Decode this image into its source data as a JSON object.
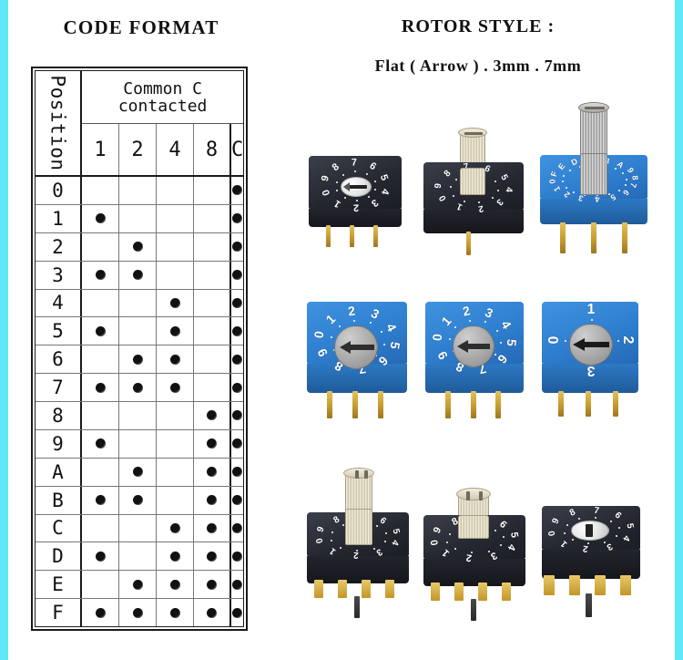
{
  "page": {
    "background": "#ffffff",
    "edge_color": "#5fe8f7"
  },
  "left": {
    "title": "CODE FORMAT",
    "table": {
      "position_header": "Position",
      "common_header_line1": "Common C",
      "common_header_line2": "contacted",
      "bit_headers": [
        "1",
        "2",
        "4",
        "8",
        "C"
      ],
      "rows": [
        {
          "position": "0",
          "bits": [
            false,
            false,
            false,
            false,
            true
          ]
        },
        {
          "position": "1",
          "bits": [
            true,
            false,
            false,
            false,
            true
          ]
        },
        {
          "position": "2",
          "bits": [
            false,
            true,
            false,
            false,
            true
          ]
        },
        {
          "position": "3",
          "bits": [
            true,
            true,
            false,
            false,
            true
          ]
        },
        {
          "position": "4",
          "bits": [
            false,
            false,
            true,
            false,
            true
          ]
        },
        {
          "position": "5",
          "bits": [
            true,
            false,
            true,
            false,
            true
          ]
        },
        {
          "position": "6",
          "bits": [
            false,
            true,
            true,
            false,
            true
          ]
        },
        {
          "position": "7",
          "bits": [
            true,
            true,
            true,
            false,
            true
          ]
        },
        {
          "position": "8",
          "bits": [
            false,
            false,
            false,
            true,
            true
          ]
        },
        {
          "position": "9",
          "bits": [
            true,
            false,
            false,
            true,
            true
          ]
        },
        {
          "position": "A",
          "bits": [
            false,
            true,
            false,
            true,
            true
          ]
        },
        {
          "position": "B",
          "bits": [
            true,
            true,
            false,
            true,
            true
          ]
        },
        {
          "position": "C",
          "bits": [
            false,
            false,
            true,
            true,
            true
          ]
        },
        {
          "position": "D",
          "bits": [
            true,
            false,
            true,
            true,
            true
          ]
        },
        {
          "position": "E",
          "bits": [
            false,
            true,
            true,
            true,
            true
          ]
        },
        {
          "position": "F",
          "bits": [
            true,
            true,
            true,
            true,
            true
          ]
        }
      ]
    }
  },
  "right": {
    "title": "ROTOR STYLE :",
    "subtitle": "Flat ( Arrow ) . 3mm . 7mm",
    "switches": [
      {
        "id": "switch-black-flat-10pos",
        "body_color": "#24272f",
        "rotor": "flat-slot",
        "rotor_color": "#e4e4e4",
        "dial_digits": [
          "0",
          "1",
          "2",
          "3",
          "4",
          "5",
          "6",
          "7",
          "8",
          "9"
        ],
        "terminal_style": "through-hole"
      },
      {
        "id": "switch-black-cream-shaft-10pos",
        "body_color": "#24272f",
        "rotor": "knurled-shaft",
        "rotor_color": "#e0d9c0",
        "dial_digits": [
          "0",
          "1",
          "2",
          "3",
          "4",
          "5",
          "6",
          "7",
          "8",
          "9"
        ],
        "terminal_style": "through-hole"
      },
      {
        "id": "switch-blue-grey-shaft-hex",
        "body_color": "#2f7fd0",
        "rotor": "tall-knurled-shaft",
        "rotor_color": "#a8a8a8",
        "dial_digits": [
          "0",
          "1",
          "2",
          "3",
          "4",
          "5",
          "6",
          "7",
          "8",
          "9",
          "A",
          "B",
          "C",
          "D",
          "E",
          "F"
        ],
        "terminal_style": "through-hole"
      },
      {
        "id": "switch-blue-grey-knurl-10pos-a",
        "body_color": "#2f7fd0",
        "rotor": "knurled-arrow",
        "rotor_color": "#a8a8a8",
        "dial_digits": [
          "0",
          "1",
          "2",
          "3",
          "4",
          "5",
          "6",
          "7",
          "8",
          "9"
        ],
        "terminal_style": "through-hole"
      },
      {
        "id": "switch-blue-grey-knurl-10pos-b",
        "body_color": "#2f7fd0",
        "rotor": "knurled-arrow",
        "rotor_color": "#a8a8a8",
        "dial_digits": [
          "0",
          "1",
          "2",
          "3",
          "4",
          "5",
          "6",
          "7",
          "8",
          "9"
        ],
        "terminal_style": "through-hole"
      },
      {
        "id": "switch-blue-arrow-4pos",
        "body_color": "#2f7fd0",
        "rotor": "arrow",
        "rotor_color": "#a8a8a8",
        "dial_digits": [
          "0",
          "1",
          "2",
          "3"
        ],
        "terminal_style": "through-hole"
      },
      {
        "id": "switch-black-tall-cream-shaft-smd",
        "body_color": "#24272f",
        "rotor": "tall-knurled-shaft",
        "rotor_color": "#e0d9c0",
        "dial_digits": [
          "0",
          "1",
          "2",
          "3",
          "4",
          "5",
          "6",
          "7",
          "8",
          "9"
        ],
        "terminal_style": "smd"
      },
      {
        "id": "switch-black-short-cream-knob-smd",
        "body_color": "#24272f",
        "rotor": "knurled-shaft",
        "rotor_color": "#e0d9c0",
        "dial_digits": [
          "0",
          "1",
          "2",
          "3",
          "4",
          "5",
          "6",
          "7",
          "8",
          "9"
        ],
        "terminal_style": "smd"
      },
      {
        "id": "switch-black-flat-smd",
        "body_color": "#24272f",
        "rotor": "flat-slot",
        "rotor_color": "#ffffff",
        "dial_digits": [
          "0",
          "1",
          "2",
          "3",
          "4",
          "5",
          "6",
          "7",
          "8",
          "9"
        ],
        "terminal_style": "smd"
      }
    ]
  }
}
